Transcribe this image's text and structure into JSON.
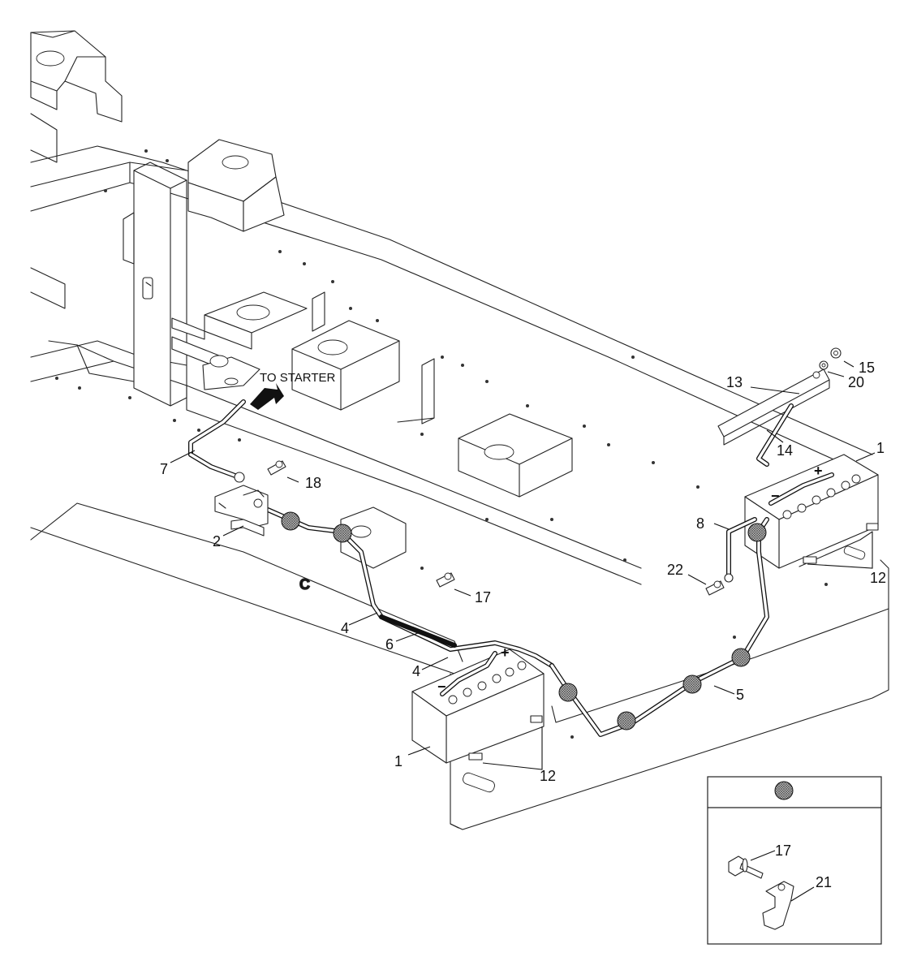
{
  "annotation": "TO STARTER",
  "battery_terminals": {
    "positive": "+",
    "negative": "−"
  },
  "frame_emblem": "C",
  "callouts": [
    {
      "id": "c1a",
      "text": "1"
    },
    {
      "id": "c1b",
      "text": "1"
    },
    {
      "id": "c2",
      "text": "2"
    },
    {
      "id": "c4a",
      "text": "4"
    },
    {
      "id": "c4b",
      "text": "4"
    },
    {
      "id": "c5",
      "text": "5"
    },
    {
      "id": "c6",
      "text": "6"
    },
    {
      "id": "c7",
      "text": "7"
    },
    {
      "id": "c8",
      "text": "8"
    },
    {
      "id": "c12a",
      "text": "12"
    },
    {
      "id": "c12b",
      "text": "12"
    },
    {
      "id": "c13",
      "text": "13"
    },
    {
      "id": "c14",
      "text": "14"
    },
    {
      "id": "c15",
      "text": "15"
    },
    {
      "id": "c17",
      "text": "17"
    },
    {
      "id": "c18",
      "text": "18"
    },
    {
      "id": "c20",
      "text": "20"
    },
    {
      "id": "c22",
      "text": "22"
    }
  ],
  "detail_inset": {
    "callouts": [
      {
        "id": "i17",
        "text": "17"
      },
      {
        "id": "i21",
        "text": "21"
      }
    ]
  }
}
